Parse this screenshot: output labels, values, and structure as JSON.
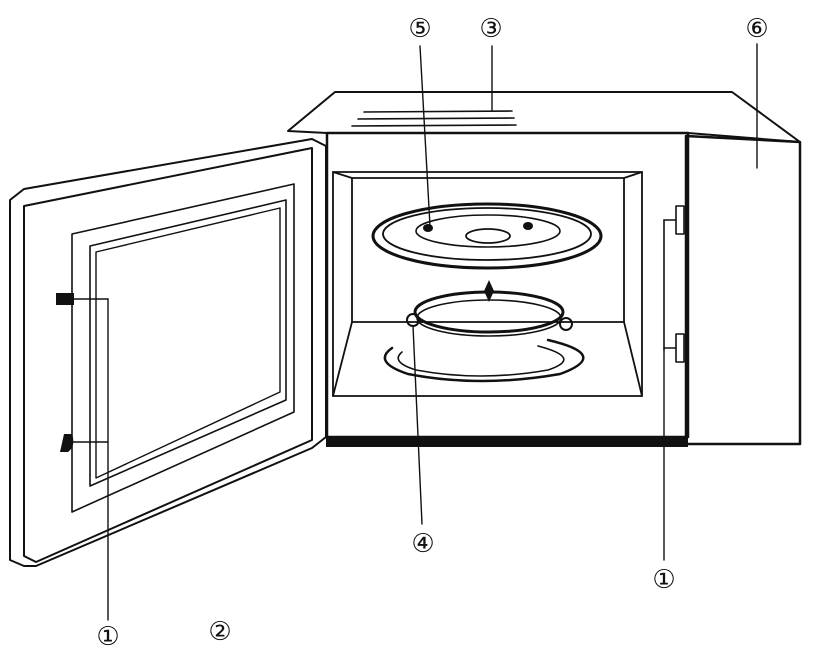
{
  "callouts": {
    "door_latch": "①",
    "door_window": "②",
    "waveguide_cover": "③",
    "roller_ring": "④",
    "glass_tray": "⑤",
    "control_panel": "⑥",
    "door_safety_lock": "①"
  }
}
